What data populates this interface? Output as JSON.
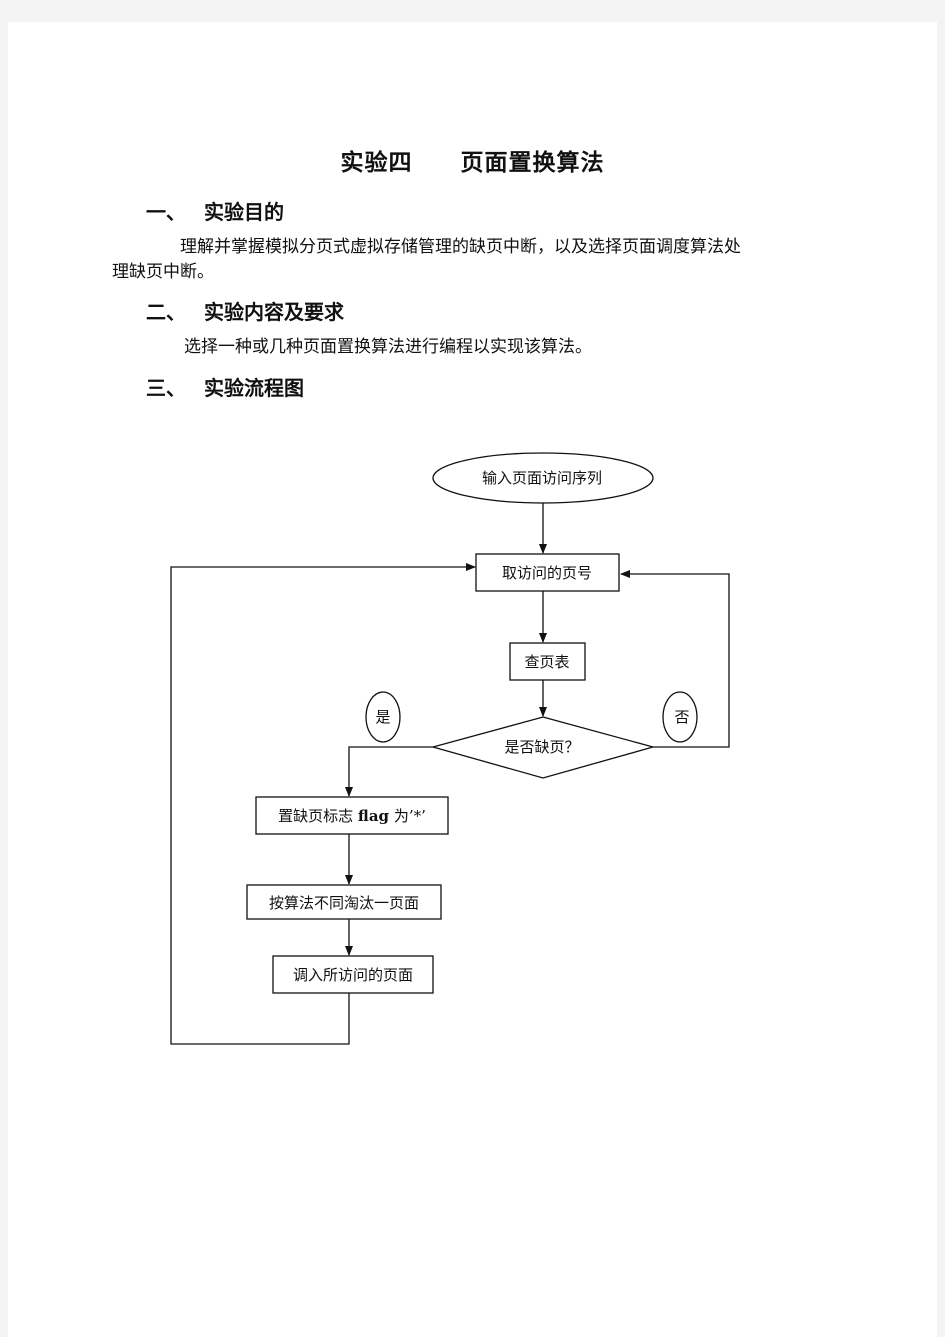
{
  "title": {
    "part1": "实验四",
    "part2": "页面置换算法"
  },
  "sections": [
    {
      "num": "一、",
      "heading": "实验目的"
    },
    {
      "num": "二、",
      "heading": "实验内容及要求"
    },
    {
      "num": "三、",
      "heading": "实验流程图"
    }
  ],
  "purpose_text_line1": "理解并掌握模拟分页式虚拟存储管理的缺页中断，以及选择页面调度算法处",
  "purpose_text_line2": "理缺页中断。",
  "content_text": "选择一种或几种页面置换算法进行编程以实现该算法。",
  "flowchart": {
    "start": "输入页面访问序列",
    "fetch": "取访问的页号",
    "lookup": "查页表",
    "decision": "是否缺页？",
    "yes_label": "是",
    "no_label": "否",
    "set_flag_prefix": "置缺页标志 ",
    "set_flag_bold": "flag",
    "set_flag_suffix": " 为’*’",
    "evict": "按算法不同淘汰一页面",
    "load": "调入所访问的页面"
  }
}
